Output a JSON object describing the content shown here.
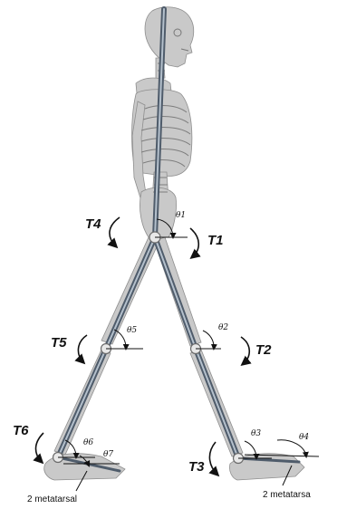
{
  "torques": {
    "t1": "T1",
    "t2": "T2",
    "t3": "T3",
    "t4": "T4",
    "t5": "T5",
    "t6": "T6"
  },
  "angles": {
    "a1": "θ1",
    "a2": "θ2",
    "a3": "θ3",
    "a4": "θ4",
    "a5": "θ5",
    "a6": "θ6",
    "a7": "θ7"
  },
  "captions": {
    "left": "2  metatarsal",
    "right": "2  metatarsa"
  },
  "colors": {
    "bone": "#c8c8c8",
    "bone_dark": "#8e8e8e",
    "link": "#5e6b7a",
    "link_light": "#a7b3c0",
    "joint": "#e6e6e6"
  }
}
